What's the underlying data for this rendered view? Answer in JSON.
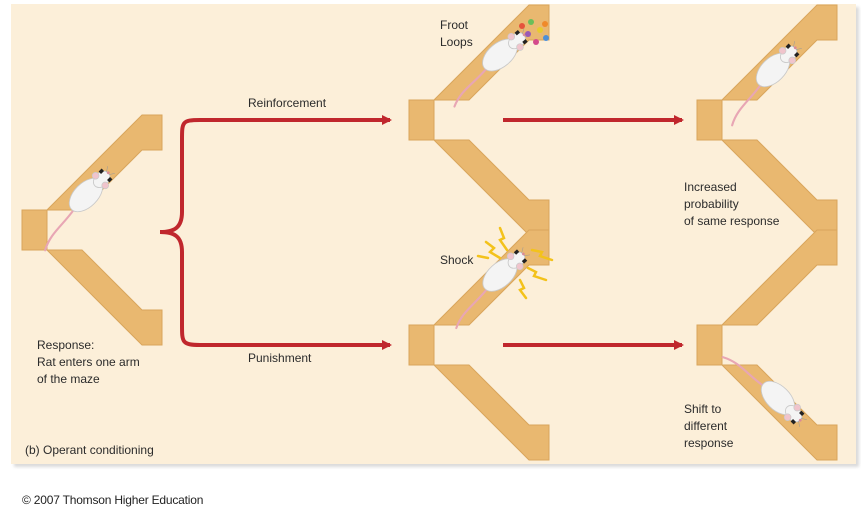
{
  "labels": {
    "reinforcement": "Reinforcement",
    "punishment": "Punishment",
    "froot_loops": "Froot\nLoops",
    "shock": "Shock",
    "response": "Response:\nRat enters one arm\nof the maze",
    "increased": "Increased\nprobability\nof same response",
    "shift": "Shift to\ndifferent\nresponse",
    "caption": "(b) Operant conditioning"
  },
  "footer": {
    "copyright": "© 2007 Thomson Higher Education"
  },
  "colors": {
    "panel": "#fcefd9",
    "maze": "#e9b870",
    "maze_edge": "#d9a55c",
    "arrow": "#c0272d",
    "rat": "#f4f4f4",
    "tail": "#e8a6b4",
    "spark": "#f3c21b"
  },
  "icons": [
    "y-maze-icon",
    "rat-icon",
    "cereal-icon",
    "shock-spark-icon",
    "arrow-icon",
    "brace-icon"
  ]
}
